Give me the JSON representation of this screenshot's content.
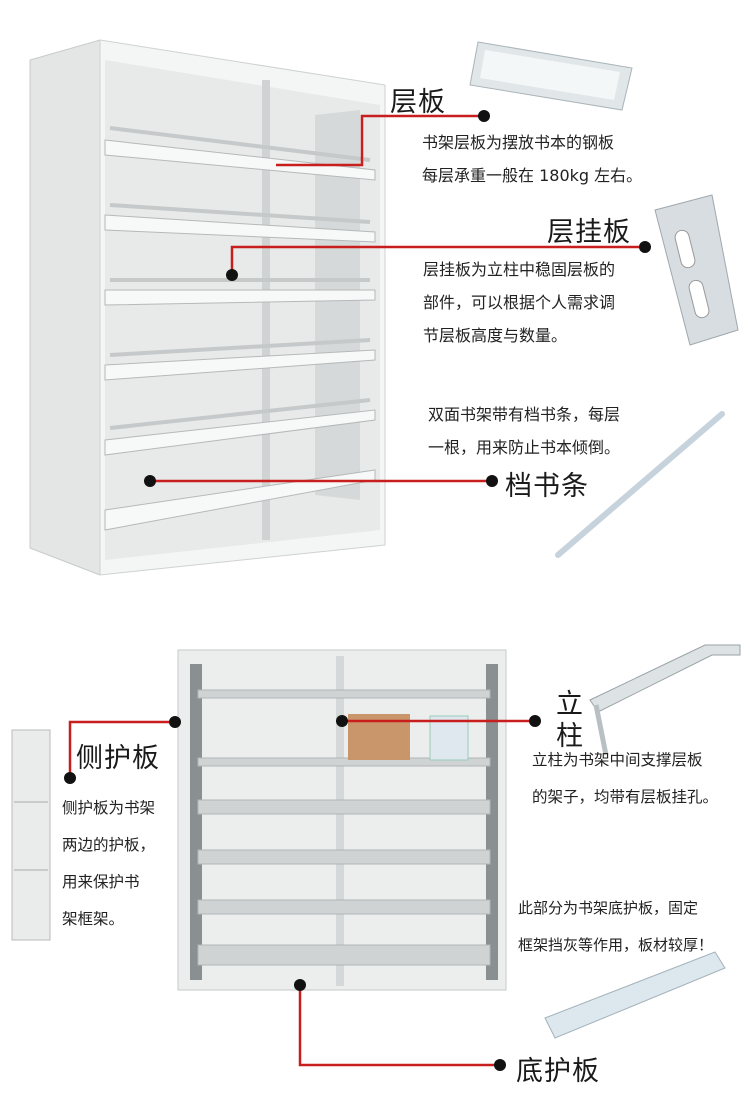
{
  "colors": {
    "callout_line": "#c81e1e",
    "dot": "#111111",
    "steel": "#d9dcdc",
    "steel_dark": "#9ea3a5"
  },
  "callouts": {
    "shelf_board": {
      "title": "层板",
      "lines": [
        "书架层板为摆放书本的钢板",
        "每层承重一般在 180kg 左右。"
      ]
    },
    "hanging_plate": {
      "title": "层挂板",
      "lines": [
        "层挂板为立柱中稳固层板的",
        "部件，可以根据个人需求调",
        "节层板高度与数量。"
      ]
    },
    "book_stop": {
      "title": "档书条",
      "lines": [
        "双面书架带有档书条，每层",
        "一根，用来防止书本倾倒。"
      ]
    },
    "side_panel": {
      "title": "侧护板",
      "lines": [
        "侧护板为书架",
        "两边的护板，",
        "用来保护书",
        "架框架。"
      ]
    },
    "upright": {
      "title_top": "立",
      "title_bottom": "柱",
      "lines": [
        "立柱为书架中间支撑层板",
        "的架子，均带有层板挂孔。"
      ]
    },
    "bottom_panel": {
      "title": "底护板",
      "lines": [
        "此部分为书架底护板，固定",
        "框架挡灰等作用，板材较厚！"
      ]
    }
  }
}
